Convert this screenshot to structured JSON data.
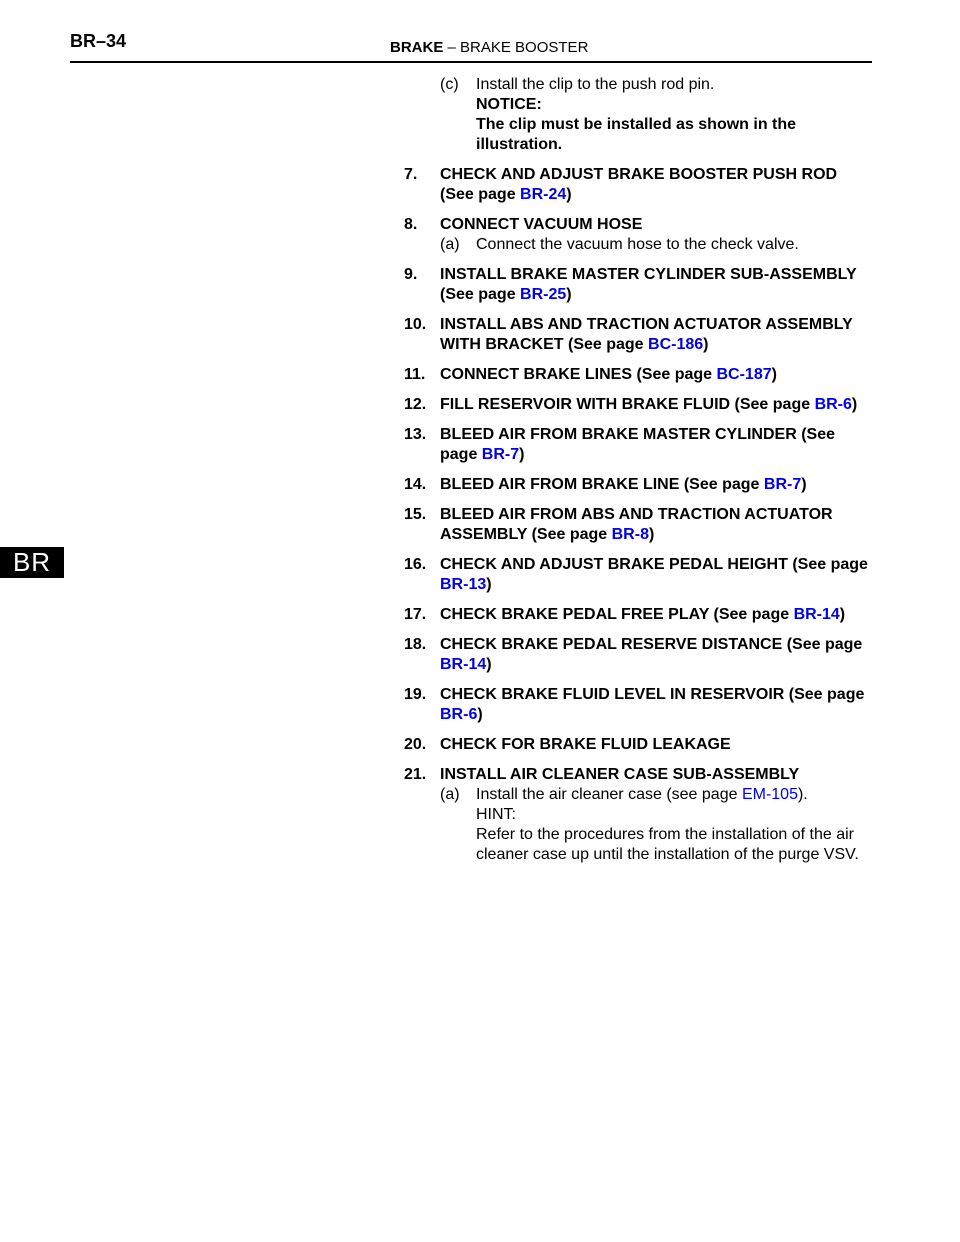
{
  "header": {
    "page_number": "BR–34",
    "section": "BRAKE",
    "separator": " – ",
    "subsection": "BRAKE BOOSTER"
  },
  "side_tab": "BR",
  "substep_c": {
    "num": "(c)",
    "text": "Install the clip to the push rod pin.",
    "notice_label": "NOTICE:",
    "notice_text": "The clip must be installed as shown in the illustration."
  },
  "steps": [
    {
      "num": "7.",
      "text": "CHECK AND ADJUST BRAKE BOOSTER PUSH ROD (See page ",
      "link": "BR-24",
      "end": ")"
    },
    {
      "num": "8.",
      "text": "CONNECT VACUUM HOSE",
      "sub_num": "(a)",
      "sub_text": "Connect the vacuum hose to the check valve."
    },
    {
      "num": "9.",
      "text": "INSTALL BRAKE MASTER CYLINDER SUB-ASSEMBLY (See page ",
      "link": "BR-25",
      "end": ")"
    },
    {
      "num": "10.",
      "text": "INSTALL ABS AND TRACTION ACTUATOR ASSEMBLY WITH BRACKET (See page ",
      "link": "BC-186",
      "end": ")"
    },
    {
      "num": "11.",
      "text": "CONNECT BRAKE LINES (See page ",
      "link": "BC-187",
      "end": ")"
    },
    {
      "num": "12.",
      "text": "FILL RESERVOIR WITH BRAKE FLUID (See page ",
      "link": "BR-6",
      "end": ")"
    },
    {
      "num": "13.",
      "text": "BLEED AIR FROM BRAKE MASTER CYLINDER (See page ",
      "link": "BR-7",
      "end": ")"
    },
    {
      "num": "14.",
      "text": "BLEED AIR FROM BRAKE LINE (See page ",
      "link": "BR-7",
      "end": ")"
    },
    {
      "num": "15.",
      "text": "BLEED AIR FROM ABS AND TRACTION ACTUATOR ASSEMBLY (See page ",
      "link": "BR-8",
      "end": ")"
    },
    {
      "num": "16.",
      "text": "CHECK AND ADJUST BRAKE PEDAL HEIGHT (See page ",
      "link": "BR-13",
      "end": ")"
    },
    {
      "num": "17.",
      "text": "CHECK BRAKE PEDAL FREE PLAY (See page ",
      "link": "BR-14",
      "end": ")"
    },
    {
      "num": "18.",
      "text": "CHECK BRAKE PEDAL RESERVE DISTANCE (See page ",
      "link": "BR-14",
      "end": ")"
    },
    {
      "num": "19.",
      "text": "CHECK BRAKE FLUID LEVEL IN RESERVOIR (See page ",
      "link": "BR-6",
      "end": ")"
    },
    {
      "num": "20.",
      "text": "CHECK FOR BRAKE FLUID LEAKAGE"
    },
    {
      "num": "21.",
      "text": "INSTALL AIR CLEANER CASE SUB-ASSEMBLY",
      "sub_num": "(a)",
      "sub_text": "Install the air cleaner case (see page ",
      "sub_link": "EM-105",
      "sub_end": ").",
      "hint_label": "HINT:",
      "hint_text": "Refer to the procedures from the installation of the air cleaner case up until the installation of the purge VSV."
    }
  ]
}
